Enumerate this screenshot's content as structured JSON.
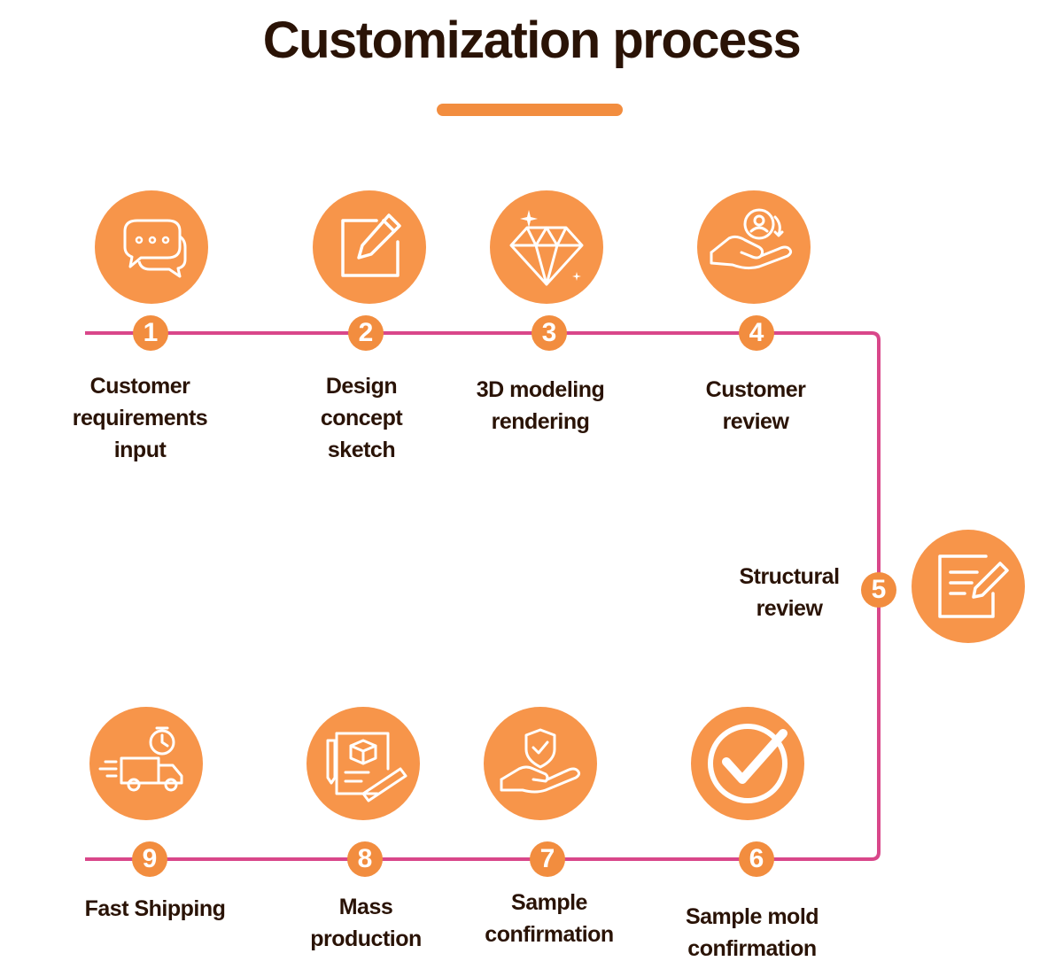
{
  "title": "Customization process",
  "colors": {
    "accent": "#f28d3f",
    "circle": "#f7954a",
    "line": "#d9478a",
    "text": "#2a1306"
  },
  "steps": [
    {
      "number": "1",
      "icon": "chat-bubbles-icon",
      "label_lines": [
        "Customer",
        "requirements",
        "input"
      ]
    },
    {
      "number": "2",
      "icon": "edit-pencil-icon",
      "label_lines": [
        "Design",
        "concept",
        "sketch"
      ]
    },
    {
      "number": "3",
      "icon": "diamond-icon",
      "label_lines": [
        "3D modeling",
        "rendering"
      ]
    },
    {
      "number": "4",
      "icon": "hand-user-icon",
      "label_lines": [
        "Customer",
        "review"
      ]
    },
    {
      "number": "5",
      "icon": "document-edit-icon",
      "label_lines": [
        "Structural",
        "review"
      ]
    },
    {
      "number": "6",
      "icon": "checkmark-circle-icon",
      "label_lines": [
        "Sample mold",
        "confirmation"
      ]
    },
    {
      "number": "7",
      "icon": "hand-shield-icon",
      "label_lines": [
        "Sample",
        "confirmation"
      ]
    },
    {
      "number": "8",
      "icon": "blueprint-box-icon",
      "label_lines": [
        "Mass",
        "production"
      ]
    },
    {
      "number": "9",
      "icon": "delivery-truck-icon",
      "label_lines": [
        "Fast Shipping"
      ]
    }
  ]
}
